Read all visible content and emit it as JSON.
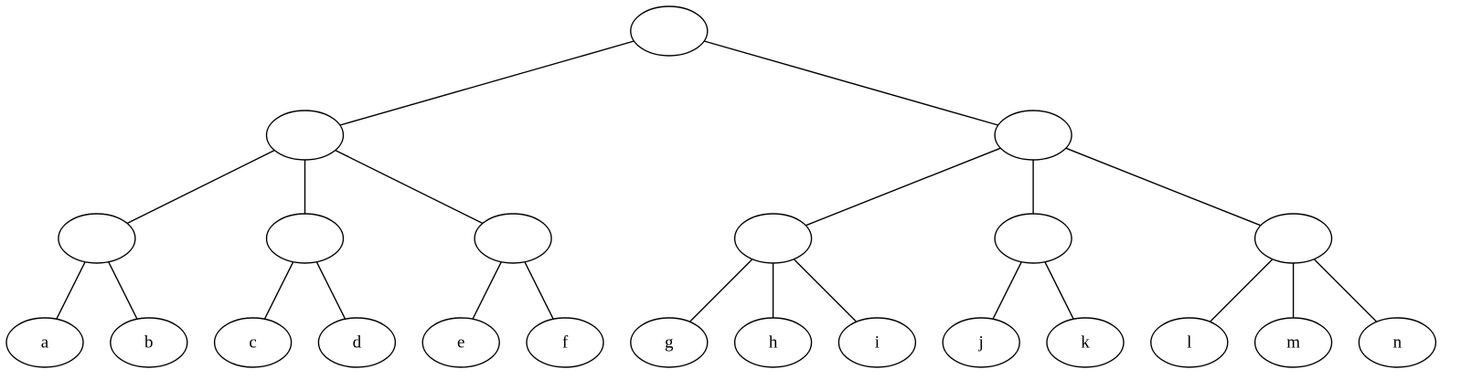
{
  "tree": {
    "root": {
      "id": "root",
      "label": "",
      "children": [
        {
          "id": "left",
          "label": "",
          "children": [
            {
              "id": "left-1",
              "label": "",
              "children": [
                {
                  "id": "a",
                  "label": "a"
                },
                {
                  "id": "b",
                  "label": "b"
                }
              ]
            },
            {
              "id": "left-2",
              "label": "",
              "children": [
                {
                  "id": "c",
                  "label": "c"
                },
                {
                  "id": "d",
                  "label": "d"
                }
              ]
            },
            {
              "id": "left-3",
              "label": "",
              "children": [
                {
                  "id": "e",
                  "label": "e"
                },
                {
                  "id": "f",
                  "label": "f"
                }
              ]
            }
          ]
        },
        {
          "id": "right",
          "label": "",
          "children": [
            {
              "id": "right-1",
              "label": "",
              "children": [
                {
                  "id": "g",
                  "label": "g"
                },
                {
                  "id": "h",
                  "label": "h"
                },
                {
                  "id": "i",
                  "label": "i"
                }
              ]
            },
            {
              "id": "right-2",
              "label": "",
              "children": [
                {
                  "id": "j",
                  "label": "j"
                },
                {
                  "id": "k",
                  "label": "k"
                }
              ]
            },
            {
              "id": "right-3",
              "label": "",
              "children": [
                {
                  "id": "l",
                  "label": "l"
                },
                {
                  "id": "m",
                  "label": "m"
                },
                {
                  "id": "n",
                  "label": "n"
                }
              ]
            }
          ]
        }
      ]
    }
  }
}
